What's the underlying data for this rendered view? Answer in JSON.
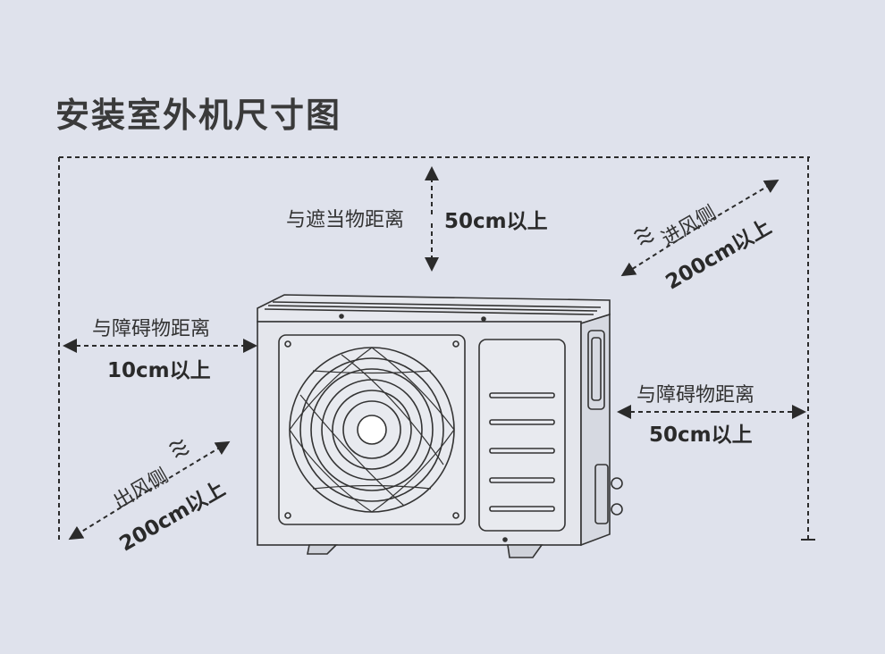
{
  "title": "安装室外机尺寸图",
  "top": {
    "label": "与遮当物距离",
    "value": "50cm以上"
  },
  "left": {
    "label": "与障碍物距离",
    "value": "10cm以上"
  },
  "right": {
    "label": "与障碍物距离",
    "value": "50cm以上"
  },
  "intake": {
    "label": "进风侧",
    "value": "200cm以上"
  },
  "outlet": {
    "label": "出风侧",
    "value": "200cm以上"
  },
  "colors": {
    "background": "#dfe2ec",
    "line": "#2b2b2b",
    "unit_fill": "#e4e6ec"
  },
  "icons": [
    "airflow-icon",
    "arrow-icon",
    "outdoor-unit-illustration"
  ]
}
